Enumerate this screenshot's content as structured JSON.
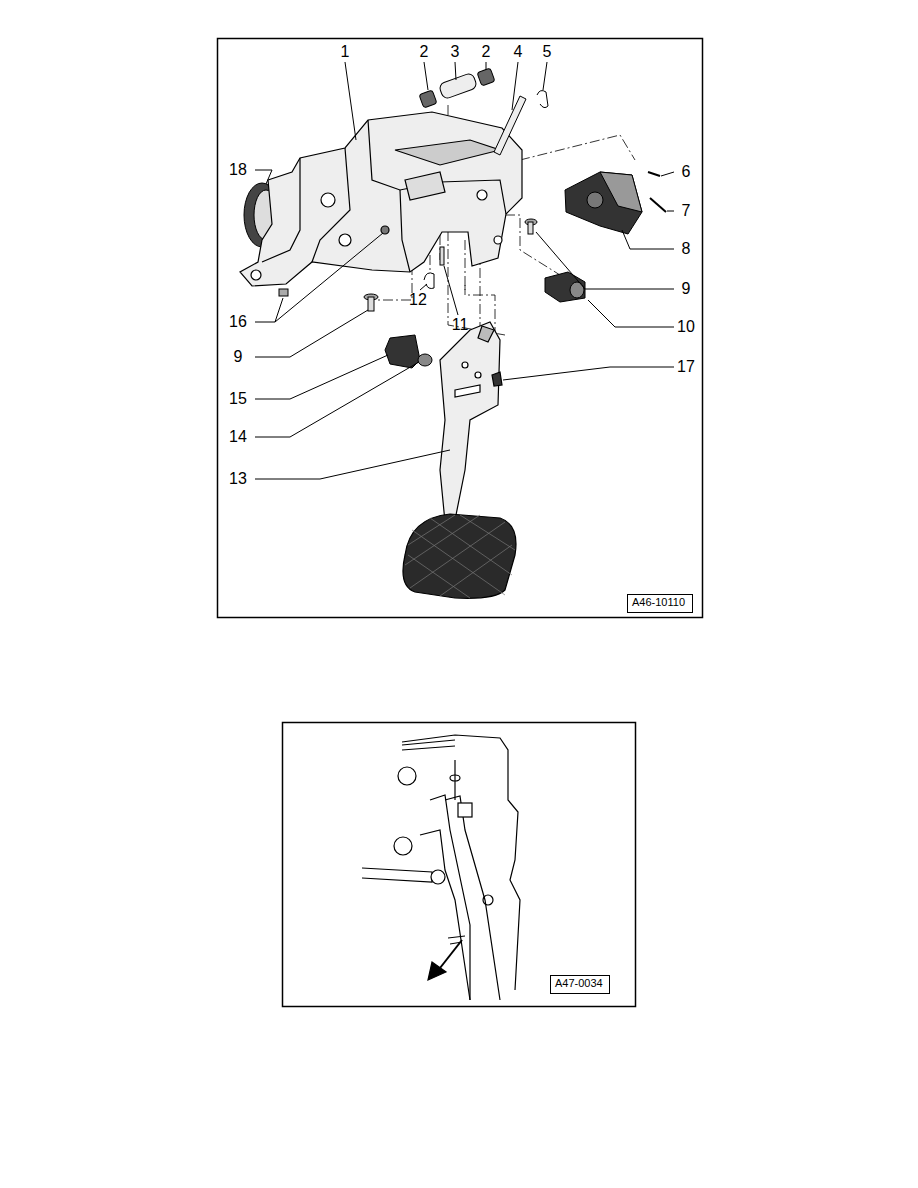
{
  "diagram": {
    "nodes": [
      {
        "text": [
          "A46-10110"
        ]
      },
      {
        "text": [
          "A47-0034"
        ]
      }
    ],
    "labels": [
      "1",
      "2",
      "3",
      "2",
      "4",
      "5",
      "18",
      "6",
      "7",
      "8",
      "16",
      "12",
      "11",
      "9",
      "9",
      "10",
      "15",
      "17",
      "14",
      "13"
    ]
  }
}
